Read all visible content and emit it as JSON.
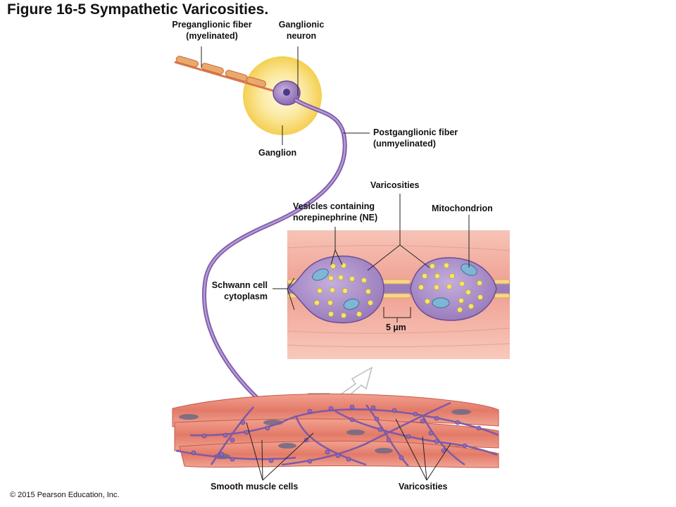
{
  "title": "Figure 16-5 Sympathetic Varicosities.",
  "labels": {
    "preganglionic_1": "Preganglionic fiber",
    "preganglionic_2": "(myelinated)",
    "ganglionic_1": "Ganglionic",
    "ganglionic_2": "neuron",
    "postganglionic_1": "Postganglionic fiber",
    "postganglionic_2": "(unmyelinated)",
    "ganglion": "Ganglion",
    "varicosities_top": "Varicosities",
    "vesicles_1": "Vesicles containing",
    "vesicles_2": "norepinephrine (NE)",
    "mitochondrion": "Mitochondrion",
    "schwann_1": "Schwann cell",
    "schwann_2": "cytoplasm",
    "scale": "5 µm",
    "smooth_muscle": "Smooth muscle cells",
    "varicosities_bottom": "Varicosities"
  },
  "copyright": "© 2015 Pearson Education, Inc.",
  "colors": {
    "ganglion": "#f8dc6a",
    "neuron": "#a98ac6",
    "myelin": "#e8a368",
    "muscle": "#e88a78",
    "vesicle": "#f2e15a",
    "inset_bg": "#f1b3a6"
  }
}
